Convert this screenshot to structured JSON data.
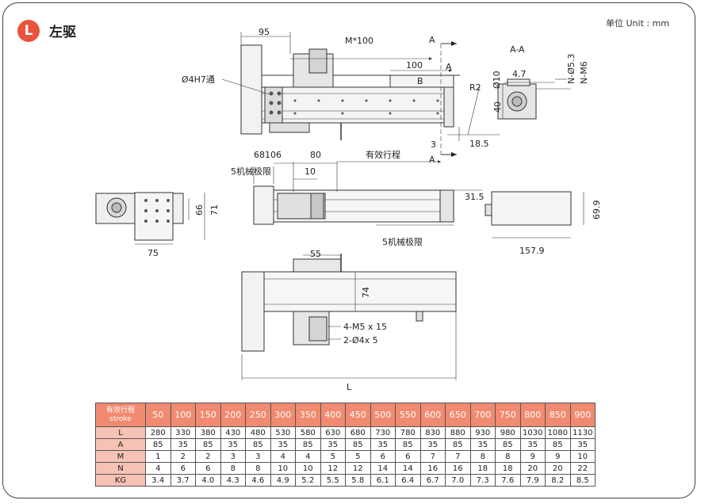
{
  "page": {
    "badge": "L",
    "title": "左驱",
    "unit_label": "单位 Unit : mm"
  },
  "dimensions": {
    "top_view": {
      "d95": "95",
      "m100": "M*100",
      "a_top": "A",
      "d100": "100",
      "a_mid": "A",
      "b": "B",
      "r2": "R2",
      "hole": "Ø4H7通",
      "d3": "3",
      "d18_5": "18.5",
      "a_bottom": "A"
    },
    "section_aa": {
      "title": "A-A",
      "d10": "Ø10",
      "d4_7": "4.7",
      "n_d5_3": "N-Ø5.3",
      "n_m6": "N-M6",
      "d40": "40"
    },
    "middle": {
      "d68": "68",
      "d106": "106",
      "d80": "80",
      "stroke": "有效行程",
      "limit_left": "5机械极限",
      "d10": "10",
      "d31_5": "31.5",
      "limit_right": "5机械极限"
    },
    "end_view": {
      "d66": "66",
      "d71": "71",
      "d75": "75"
    },
    "motor_view": {
      "d69_9": "69.9",
      "d157_9": "157.9"
    },
    "bottom_view": {
      "d55": "55",
      "d74": "74",
      "m5": "4-M5 x 15",
      "d4x5": "2-Ø4x 5",
      "L": "L"
    }
  },
  "spec_table": {
    "header_label_cn": "有效行程",
    "header_label_en": "stroke",
    "strokes": [
      "50",
      "100",
      "150",
      "200",
      "250",
      "300",
      "350",
      "400",
      "450",
      "500",
      "550",
      "600",
      "650",
      "700",
      "750",
      "800",
      "850",
      "900"
    ],
    "rows": [
      {
        "label": "L",
        "values": [
          "280",
          "330",
          "380",
          "430",
          "480",
          "530",
          "580",
          "630",
          "680",
          "730",
          "780",
          "830",
          "880",
          "930",
          "980",
          "1030",
          "1080",
          "1130"
        ]
      },
      {
        "label": "A",
        "values": [
          "85",
          "35",
          "85",
          "35",
          "85",
          "35",
          "85",
          "35",
          "85",
          "35",
          "85",
          "35",
          "85",
          "35",
          "85",
          "35",
          "85",
          "35"
        ]
      },
      {
        "label": "M",
        "values": [
          "1",
          "2",
          "2",
          "3",
          "3",
          "4",
          "4",
          "5",
          "5",
          "6",
          "6",
          "7",
          "7",
          "8",
          "8",
          "9",
          "9",
          "10"
        ]
      },
      {
        "label": "N",
        "values": [
          "4",
          "6",
          "6",
          "8",
          "8",
          "10",
          "10",
          "12",
          "12",
          "14",
          "14",
          "16",
          "16",
          "18",
          "18",
          "20",
          "20",
          "22"
        ]
      },
      {
        "label": "KG",
        "values": [
          "3.4",
          "3.7",
          "4.0",
          "4.3",
          "4.6",
          "4.9",
          "5.2",
          "5.5",
          "5.8",
          "6.1",
          "6.4",
          "6.7",
          "7.0",
          "7.3",
          "7.6",
          "7.9",
          "8.2",
          "8.5"
        ]
      }
    ]
  },
  "colors": {
    "accent": "#e8533c",
    "header_bg": "#f08a70",
    "label_bg": "#f6c2b4"
  }
}
